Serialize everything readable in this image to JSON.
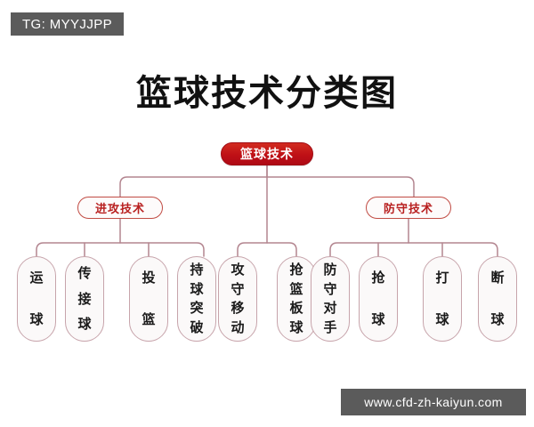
{
  "page": {
    "title": "篮球技术分类图",
    "background_color": "#ffffff",
    "accent_color": "#b81f1f",
    "node_border_color": "#c7a4ab"
  },
  "watermarks": {
    "top_left": "TG: MYYJJPP",
    "bottom_right": "www.cfd-zh-kaiyun.com",
    "background_color": "#5b5b5b",
    "text_color": "#ffffff"
  },
  "diagram": {
    "root": {
      "label": "篮球技术",
      "fill_color": "#bf1016",
      "text_color": "#ffffff"
    },
    "branches": [
      {
        "label": "进攻技术",
        "text_color": "#b81f1f",
        "border_color": "#c14c44",
        "children": [
          {
            "label": "运球",
            "chars": [
              "运",
              "球"
            ]
          },
          {
            "label": "传接球",
            "chars": [
              "传",
              "接",
              "球"
            ]
          },
          {
            "label": "投篮",
            "chars": [
              "投",
              "篮"
            ]
          },
          {
            "label": "持球突破",
            "chars": [
              "持",
              "球",
              "突",
              "破"
            ]
          }
        ]
      },
      {
        "label": "",
        "text_color": "",
        "border_color": "",
        "children": [
          {
            "label": "攻守移动",
            "chars": [
              "攻",
              "守",
              "移",
              "动"
            ]
          },
          {
            "label": "抢篮板球",
            "chars": [
              "抢",
              "篮",
              "板",
              "球"
            ]
          }
        ]
      },
      {
        "label": "防守技术",
        "text_color": "#b81f1f",
        "border_color": "#c14c44",
        "children": [
          {
            "label": "防守对手",
            "chars": [
              "防",
              "守",
              "对",
              "手"
            ]
          },
          {
            "label": "抢球",
            "chars": [
              "抢",
              "球"
            ]
          },
          {
            "label": "打球",
            "chars": [
              "打",
              "球"
            ]
          },
          {
            "label": "断球",
            "chars": [
              "断",
              "球"
            ]
          }
        ]
      }
    ]
  }
}
